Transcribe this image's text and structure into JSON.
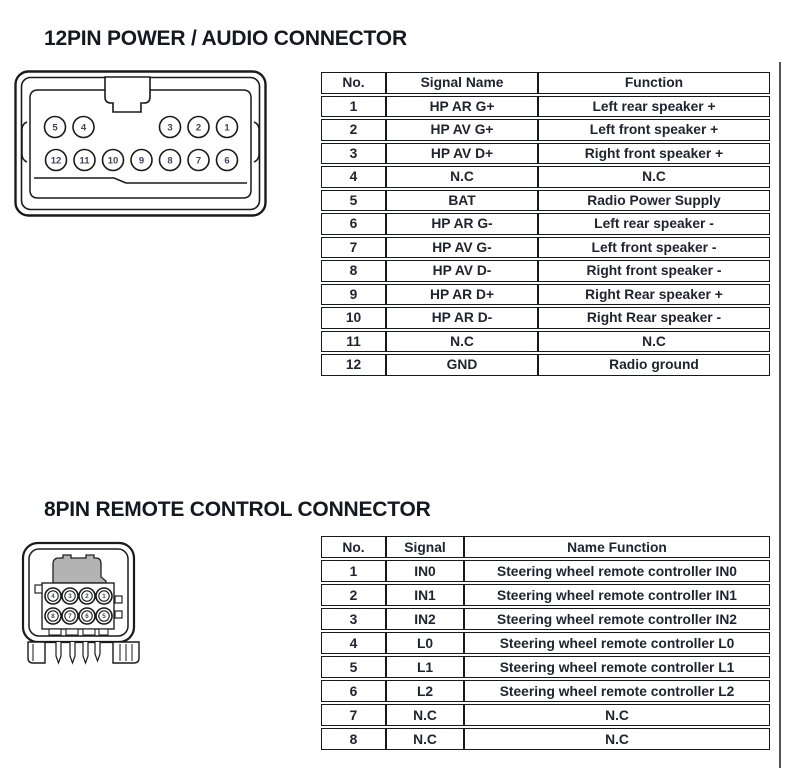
{
  "page": {
    "colors": {
      "text": "#20242e",
      "line": "#1a1a1a",
      "connector_key_gray": "#b3b3b3"
    }
  },
  "sections": [
    {
      "id": "12pin",
      "title": "12PIN POWER / AUDIO CONNECTOR",
      "connector": {
        "name": "12pin-power-audio-connector",
        "pin_rows": [
          [
            "5",
            "4",
            "3",
            "2",
            "1"
          ],
          [
            "12",
            "11",
            "10",
            "9",
            "8",
            "7",
            "6"
          ]
        ]
      },
      "table": {
        "headers": [
          "No.",
          "Signal Name",
          "Function"
        ],
        "rows": [
          [
            "1",
            "HP AR G+",
            "Left rear speaker +"
          ],
          [
            "2",
            "HP AV G+",
            "Left front speaker +"
          ],
          [
            "3",
            "HP AV D+",
            "Right front speaker +"
          ],
          [
            "4",
            "N.C",
            "N.C"
          ],
          [
            "5",
            "BAT",
            "Radio Power Supply"
          ],
          [
            "6",
            "HP AR G-",
            "Left rear speaker -"
          ],
          [
            "7",
            "HP AV G-",
            "Left front speaker -"
          ],
          [
            "8",
            "HP AV D-",
            "Right front speaker -"
          ],
          [
            "9",
            "HP AR D+",
            "Right Rear speaker +"
          ],
          [
            "10",
            "HP AR D-",
            "Right Rear speaker -"
          ],
          [
            "11",
            "N.C",
            "N.C"
          ],
          [
            "12",
            "GND",
            "Radio ground"
          ]
        ]
      }
    },
    {
      "id": "8pin",
      "title": "8PIN REMOTE CONTROL CONNECTOR",
      "connector": {
        "name": "8pin-remote-control-connector",
        "pin_rows": [
          [
            "4",
            "3",
            "2",
            "1"
          ],
          [
            "8",
            "7",
            "6",
            "5"
          ]
        ]
      },
      "table": {
        "headers": [
          "No.",
          "Signal",
          "Name Function"
        ],
        "rows": [
          [
            "1",
            "IN0",
            "Steering wheel remote controller IN0"
          ],
          [
            "2",
            "IN1",
            "Steering wheel remote controller IN1"
          ],
          [
            "3",
            "IN2",
            "Steering wheel remote controller IN2"
          ],
          [
            "4",
            "L0",
            "Steering wheel remote controller L0"
          ],
          [
            "5",
            "L1",
            "Steering wheel remote controller L1"
          ],
          [
            "6",
            "L2",
            "Steering wheel remote controller L2"
          ],
          [
            "7",
            "N.C",
            "N.C"
          ],
          [
            "8",
            "N.C",
            "N.C"
          ]
        ]
      }
    }
  ]
}
